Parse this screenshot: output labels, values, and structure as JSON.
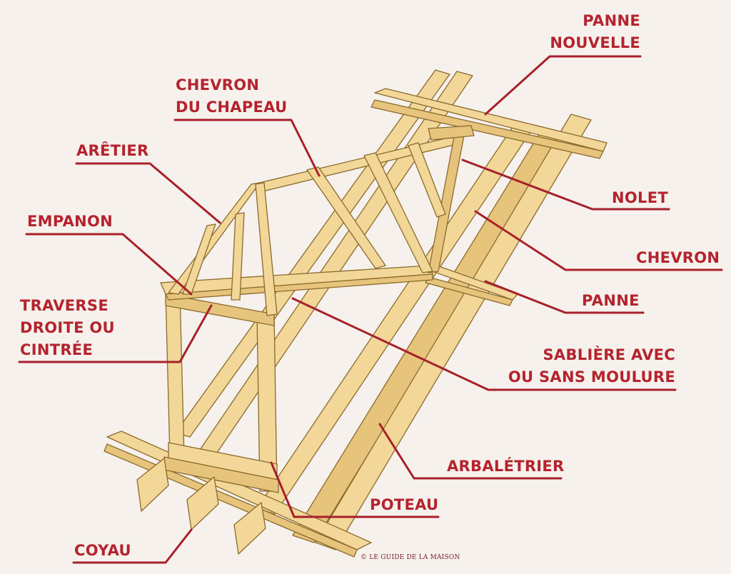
{
  "labels": {
    "panne_nouvelle": [
      "PANNE",
      "NOUVELLE"
    ],
    "chevron_du_chapeau": [
      "CHEVRON",
      "DU CHAPEAU"
    ],
    "aretier": "ARÊTIER",
    "empanon": "EMPANON",
    "traverse": [
      "TRAVERSE",
      "DROITE OU",
      "CINTRÉE"
    ],
    "coyau": "COYAU",
    "nolet": "NOLET",
    "chevron": "CHEVRON",
    "panne": "PANNE",
    "sabliere": [
      "SABLIÈRE AVEC",
      "OU SANS MOULURE"
    ],
    "arbaletrier": "ARBALÉTRIER",
    "poteau": "POTEAU"
  },
  "credit": "© LE GUIDE DE LA MAISON",
  "colors": {
    "label": "#b5232e",
    "leader": "#a8202b",
    "wood": "#f2d798",
    "wood_dark": "#d9b567",
    "outline": "#8a6a2c",
    "background": "#f6f1ec"
  }
}
